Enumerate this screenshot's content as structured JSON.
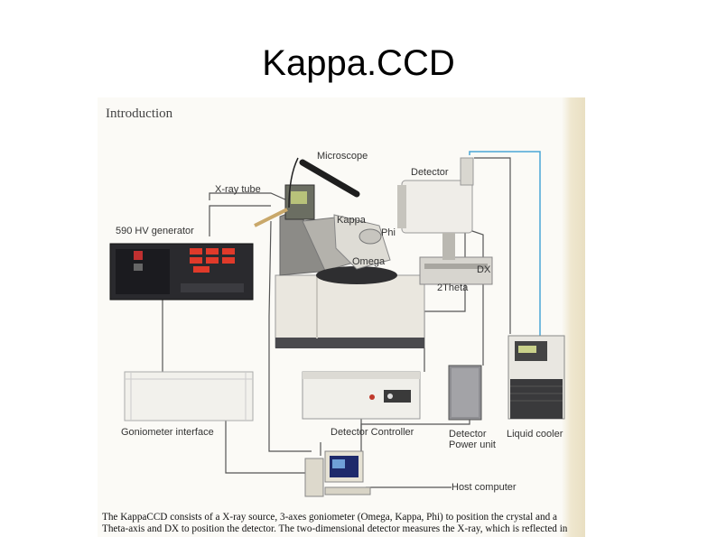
{
  "slide": {
    "title": "Kappa.CCD"
  },
  "figure": {
    "heading": "Introduction",
    "labels": {
      "microscope": "Microscope",
      "detector": "Detector",
      "xray_tube": "X-ray tube",
      "hv_generator": "590 HV generator",
      "kappa": "Kappa",
      "phi": "Phi",
      "omega": "Omega",
      "dx": "DX",
      "two_theta": "2Theta",
      "goniometer_interface": "Goniometer interface",
      "detector_controller": "Detector Controller",
      "detector_power_1": "Detector",
      "detector_power_2": "Power unit",
      "liquid_cooler": "Liquid cooler",
      "host_computer": "Host computer"
    },
    "caption": {
      "line1": "The KappaCCD consists of a X-ray source, 3-axes goniometer (Omega, Kappa, Phi) to position the crystal and a",
      "line2": "Theta-axis and DX to position the detector. The two-dimensional detector measures the X-ray, which is reflected in"
    }
  }
}
